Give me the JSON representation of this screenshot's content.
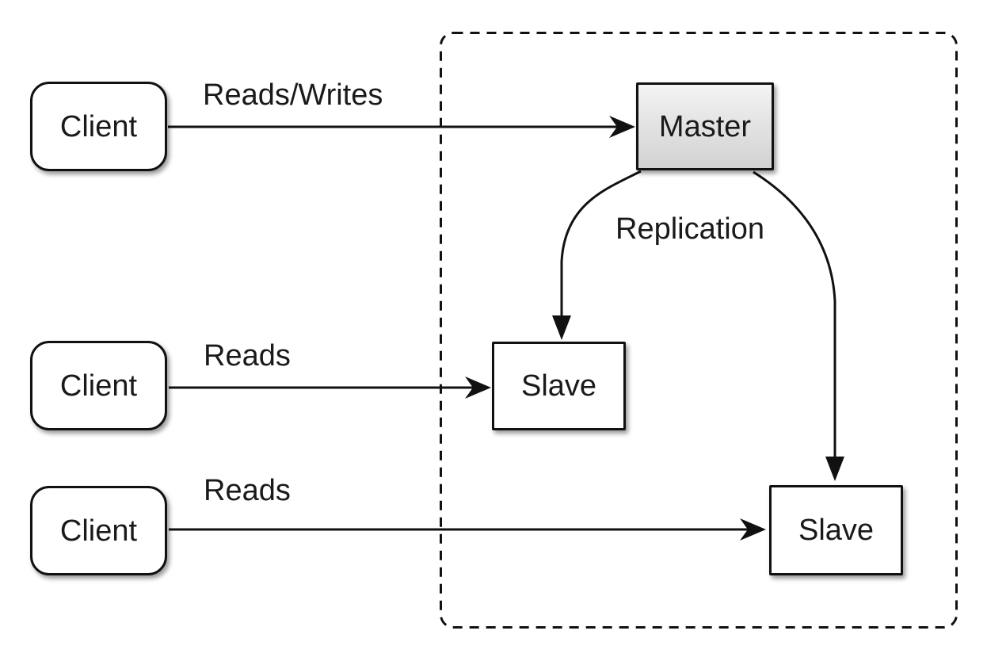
{
  "diagram": {
    "type": "database-replication-topology",
    "nodes": {
      "client_top": {
        "label": "Client"
      },
      "client_middle": {
        "label": "Client"
      },
      "client_bottom": {
        "label": "Client"
      },
      "master": {
        "label": "Master"
      },
      "slave_left": {
        "label": "Slave"
      },
      "slave_right": {
        "label": "Slave"
      }
    },
    "edge_labels": {
      "reads_writes": "Reads/Writes",
      "reads_middle": "Reads",
      "reads_bottom": "Reads",
      "replication": "Replication"
    },
    "edges": [
      {
        "from": "client_top",
        "to": "master",
        "label": "Reads/Writes"
      },
      {
        "from": "client_middle",
        "to": "slave_left",
        "label": "Reads"
      },
      {
        "from": "client_bottom",
        "to": "slave_right",
        "label": "Reads"
      },
      {
        "from": "master",
        "to": "slave_left",
        "label": "Replication"
      },
      {
        "from": "master",
        "to": "slave_right",
        "label": "Replication"
      }
    ],
    "colors": {
      "stroke": "#111111",
      "text": "#1a1a1a",
      "node_fill": "#ffffff",
      "master_fill_top": "#f4f4f4",
      "master_fill_bottom": "#d2d2d2",
      "background": "#ffffff"
    }
  }
}
